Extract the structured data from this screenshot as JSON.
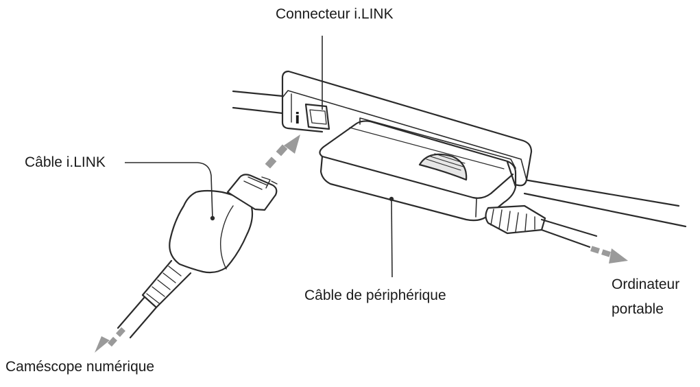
{
  "labels": {
    "connector": "Connecteur i.LINK",
    "ilink_cable": "Câble i.LINK",
    "peripheral_cable": "Câble de périphérique",
    "laptop_line1": "Ordinateur",
    "laptop_line2": "portable",
    "camcorder": "Caméscope numérique"
  },
  "port_symbol": "i",
  "colors": {
    "line": "#2b2b2b",
    "arrow": "#9a9a9a",
    "shade": "#d9d9d9",
    "fill": "#ffffff"
  }
}
